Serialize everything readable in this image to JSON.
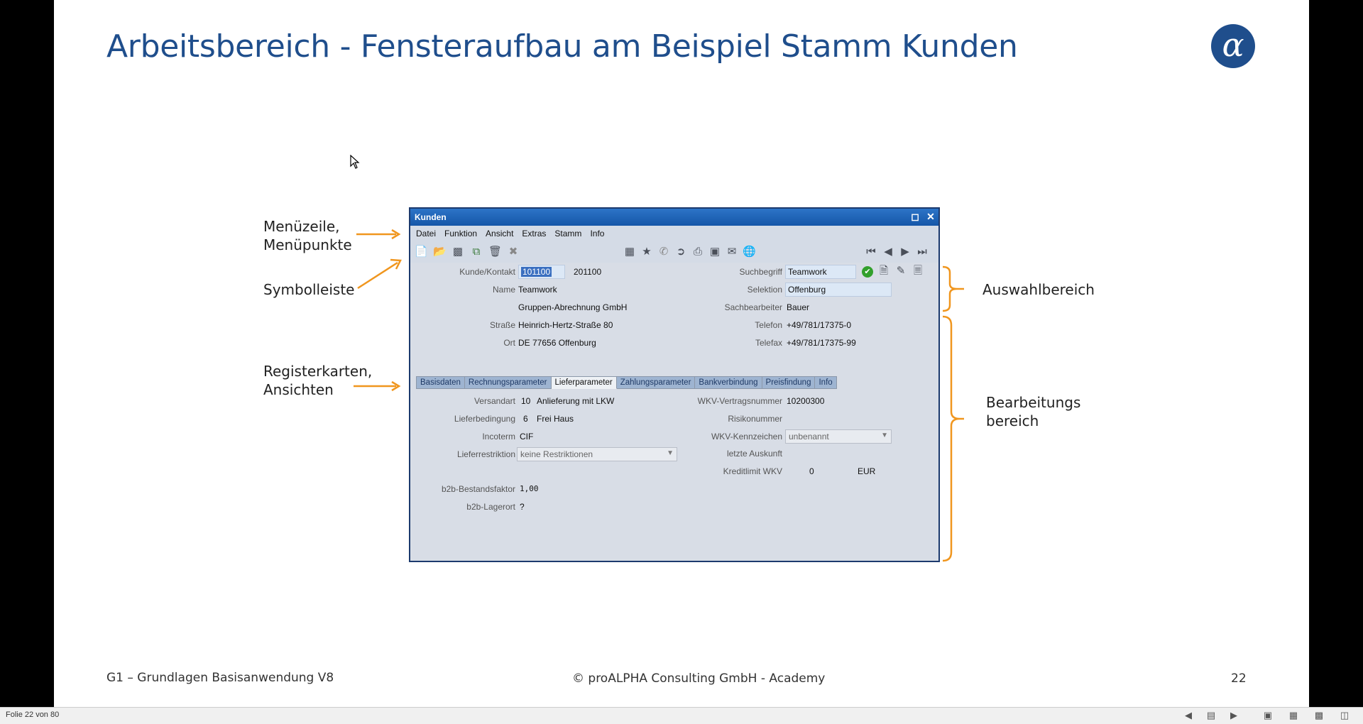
{
  "slide": {
    "title": "Arbeitsbereich - Fensteraufbau am Beispiel Stamm Kunden",
    "logo_glyph": "α",
    "footer_left": "G1 – Grundlagen Basisanwendung V8",
    "footer_center": "© proALPHA Consulting GmbH - Academy",
    "page_number": "22",
    "accent_color": "#1f4e8c",
    "arrow_color": "#f0961e"
  },
  "annotations": {
    "menu_line1": "Menüzeile,",
    "menu_line2": "Menüpunkte",
    "symbolleiste": "Symbolleiste",
    "tabs_line1": "Registerkarten,",
    "tabs_line2": "Ansichten",
    "auswahl": "Auswahlbereich",
    "bearb_line1": "Bearbeitungs",
    "bearb_line2": "bereich"
  },
  "window": {
    "title": "Kunden",
    "menu": [
      "Datei",
      "Funktion",
      "Ansicht",
      "Extras",
      "Stamm",
      "Info"
    ],
    "header": {
      "kunde_label": "Kunde/Kontakt",
      "kunde_value": "101100",
      "kontakt_value": "201100",
      "name_label": "Name",
      "name_value": "Teamwork",
      "name2_value": "Gruppen-Abrechnung GmbH",
      "strasse_label": "Straße",
      "strasse_value": "Heinrich-Hertz-Straße 80",
      "ort_label": "Ort",
      "ort_value": "DE 77656 Offenburg",
      "such_label": "Suchbegriff",
      "such_value": "Teamwork",
      "selektion_label": "Selektion",
      "selektion_value": "Offenburg",
      "sachb_label": "Sachbearbeiter",
      "sachb_value": "Bauer",
      "telefon_label": "Telefon",
      "telefon_value": "+49/781/17375-0",
      "telefax_label": "Telefax",
      "telefax_value": "+49/781/17375-99"
    },
    "tabs": [
      "Basisdaten",
      "Rechnungsparameter",
      "Lieferparameter",
      "Zahlungsparameter",
      "Bankverbindung",
      "Preisfindung",
      "Info"
    ],
    "active_tab": "Lieferparameter",
    "detail": {
      "versandart_label": "Versandart",
      "versandart_code": "10",
      "versandart_text": "Anlieferung mit LKW",
      "lieferbed_label": "Lieferbedingung",
      "lieferbed_code": "6",
      "lieferbed_text": "Frei Haus",
      "incoterm_label": "Incoterm",
      "incoterm_value": "CIF",
      "lieferrestr_label": "Lieferrestriktion",
      "lieferrestr_value": "keine Restriktionen",
      "b2b_faktor_label": "b2b-Bestandsfaktor",
      "b2b_faktor_value": "1,00",
      "b2b_lagerort_label": "b2b-Lagerort",
      "b2b_lagerort_value": "?",
      "wkv_vertrag_label": "WKV-Vertragsnummer",
      "wkv_vertrag_value": "10200300",
      "risiko_label": "Risikonummer",
      "wkv_kennz_label": "WKV-Kennzeichen",
      "wkv_kennz_value": "unbenannt",
      "auskunft_label": "letzte Auskunft",
      "kredit_label": "Kreditlimit WKV",
      "kredit_value": "0",
      "kredit_currency": "EUR"
    }
  },
  "statusbar": {
    "slide_counter": "Folie 22 von 80"
  }
}
